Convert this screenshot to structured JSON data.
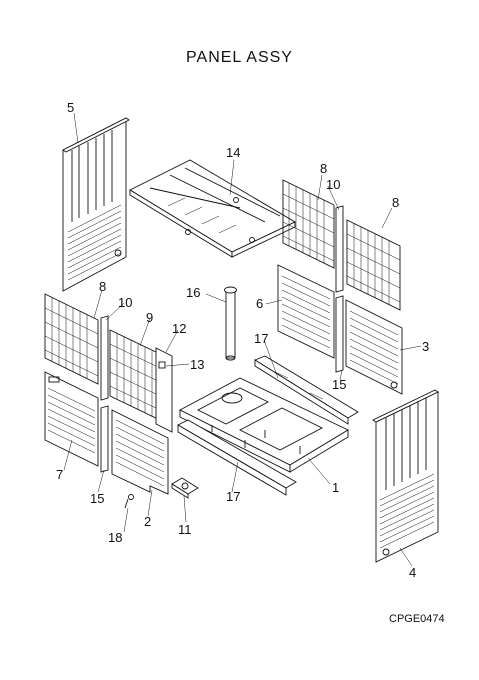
{
  "title": "PANEL ASSY",
  "drawing_code": "CPGE0474",
  "callouts": {
    "c1": "1",
    "c2": "2",
    "c3": "3",
    "c4": "4",
    "c5": "5",
    "c6": "6",
    "c7": "7",
    "c8a": "8",
    "c8b": "8",
    "c8c": "8",
    "c9": "9",
    "c10a": "10",
    "c10b": "10",
    "c11": "11",
    "c12": "12",
    "c13": "13",
    "c14": "14",
    "c15a": "15",
    "c15b": "15",
    "c16": "16",
    "c17a": "17",
    "c17b": "17",
    "c18": "18"
  }
}
